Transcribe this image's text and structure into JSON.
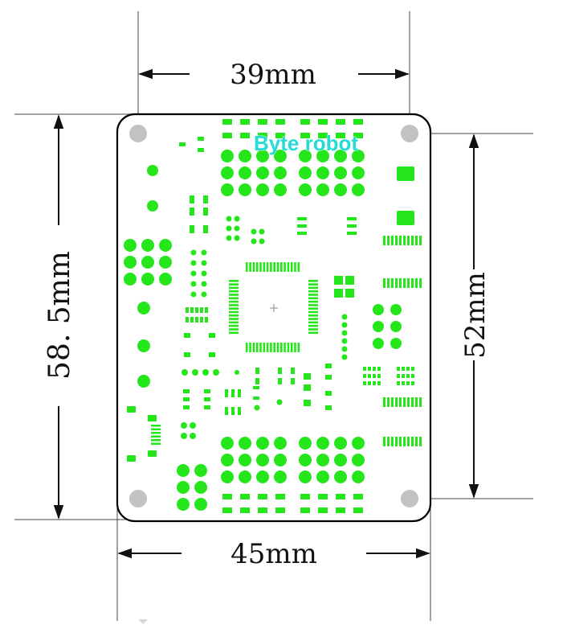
{
  "dimensions": {
    "top_width": "39mm",
    "bottom_width": "45mm",
    "left_height": "58. 5mm",
    "right_height": "52mm"
  },
  "board": {
    "brand": "Byte robot"
  },
  "colors": {
    "pad": "#25e61a",
    "mount_hole": "#c2c2c2",
    "board_outline": "#000000",
    "brand_text": "#22dcd6",
    "dimension_line": "#111111"
  }
}
